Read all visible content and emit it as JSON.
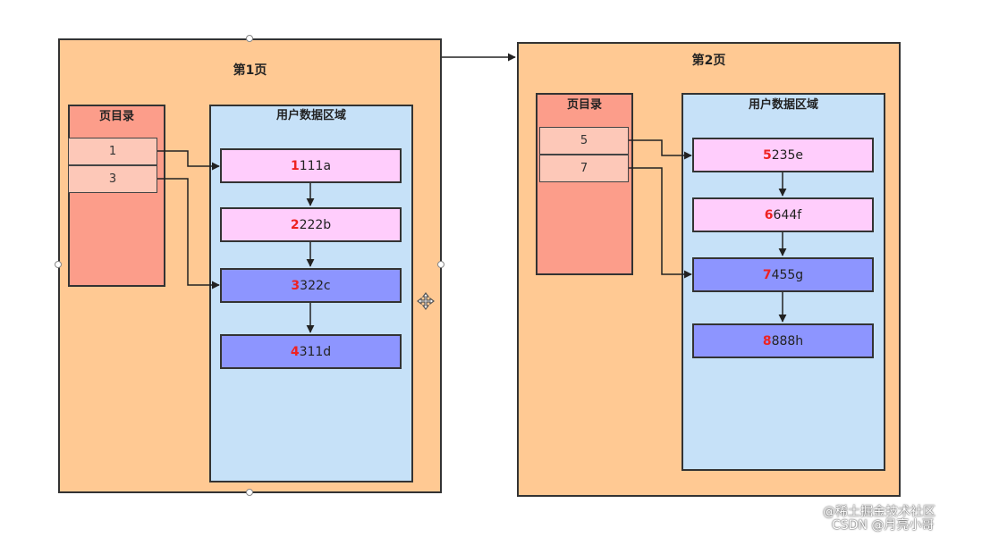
{
  "pages": [
    {
      "title": "第1页",
      "directory": {
        "title": "页目录",
        "entries": [
          "1",
          "3"
        ]
      },
      "region": {
        "title": "用户数据区域",
        "records": [
          {
            "head": "1",
            "rest": "111a",
            "style": "light"
          },
          {
            "head": "2",
            "rest": "222b",
            "style": "light"
          },
          {
            "head": "3",
            "rest": "322c",
            "style": "dark"
          },
          {
            "head": "4",
            "rest": "311d",
            "style": "dark"
          }
        ]
      }
    },
    {
      "title": "第2页",
      "directory": {
        "title": "页目录",
        "entries": [
          "5",
          "7"
        ]
      },
      "region": {
        "title": "用户数据区域",
        "records": [
          {
            "head": "5",
            "rest": "235e",
            "style": "light"
          },
          {
            "head": "6",
            "rest": "644f",
            "style": "light"
          },
          {
            "head": "7",
            "rest": "455g",
            "style": "dark"
          },
          {
            "head": "8",
            "rest": "888h",
            "style": "dark"
          }
        ]
      }
    }
  ],
  "colors": {
    "page_bg": "#ffc993",
    "directory_bg": "#fc9d8a",
    "directory_entry_bg": "#fdc8b8",
    "region_bg": "#c6e1f8",
    "record_light": "#ffcdfc",
    "record_dark": "#8d95ff",
    "record_key": "#ee2222"
  },
  "watermark": {
    "line1": "@稀土掘金技术社区",
    "line2": "CSDN @月亮小哥"
  }
}
